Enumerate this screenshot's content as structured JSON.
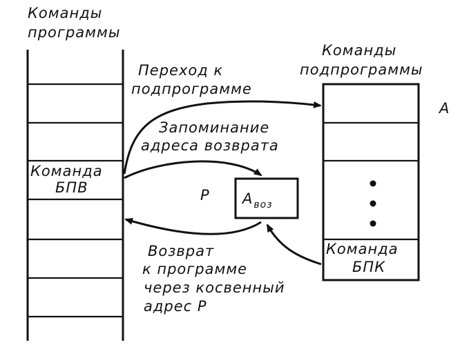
{
  "left_column": {
    "title_line1": "Команды",
    "title_line2": "программы",
    "cell_label_line1": "Команда",
    "cell_label_line2": "БПВ"
  },
  "right_column": {
    "title_line1": "Команды",
    "title_line2": "подпрограммы",
    "side_label": "A",
    "cell_label_line1": "Команда",
    "cell_label_line2": "БПК"
  },
  "register": {
    "name": "P",
    "value_main": "A",
    "value_sub": "воз"
  },
  "arrows": {
    "jump_line1": "Переход к",
    "jump_line2": "подпрограмме",
    "store_line1": "Запоминание",
    "store_line2": "адреса возврата",
    "return_line1": "Возврат",
    "return_line2": "к программе",
    "return_line3": "через косвенный",
    "return_line4": "адрес P"
  }
}
